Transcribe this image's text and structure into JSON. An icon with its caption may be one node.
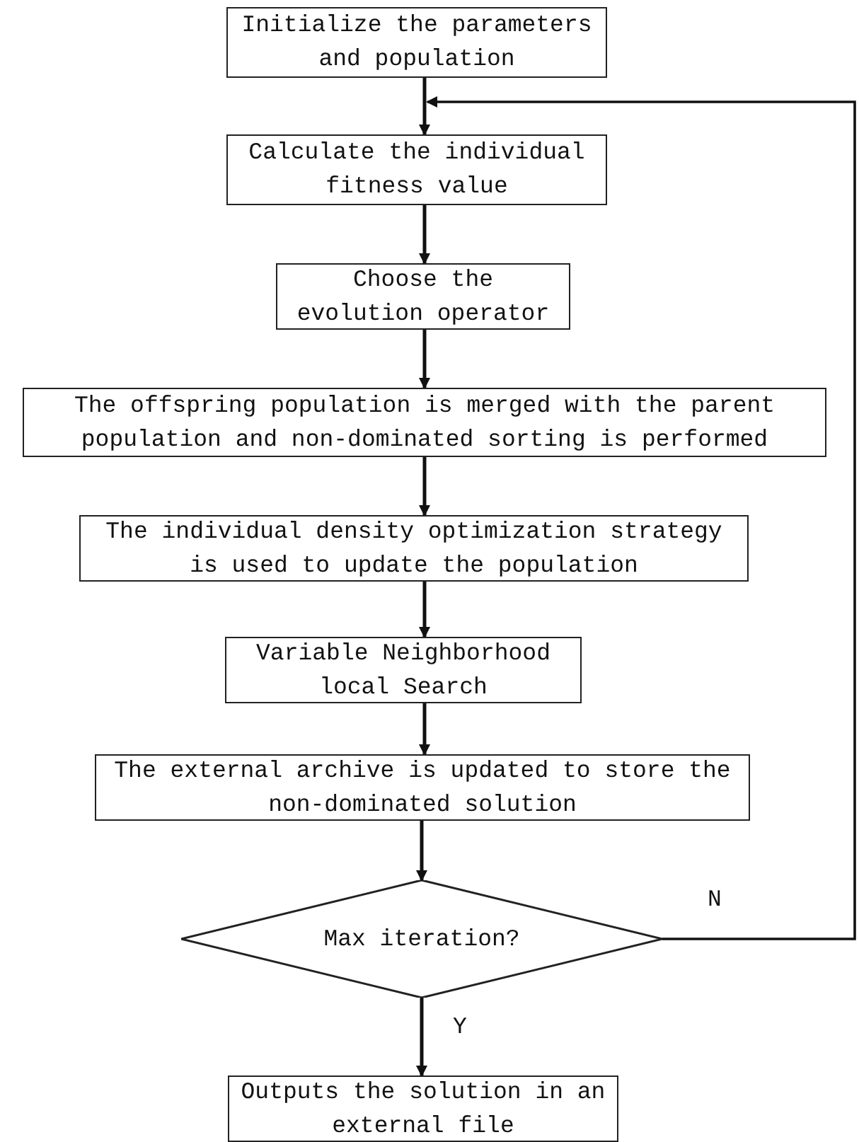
{
  "diagram": {
    "nodes": [
      {
        "text": [
          "Initialize the parameters and population"
        ]
      },
      {
        "text": [
          "Calculate the individual fitness value"
        ]
      },
      {
        "text": [
          "Choose the evolution operator"
        ]
      },
      {
        "text": [
          "The offspring population is merged with the parent population and non-dominated sorting is performed"
        ]
      },
      {
        "text": [
          "The individual density optimization strategy is used to update the population"
        ]
      },
      {
        "text": [
          "Variable Neighborhood local Search"
        ]
      },
      {
        "text": [
          "The external archive is updated to store the non-dominated solution"
        ]
      },
      {
        "text": [
          "Max iteration?"
        ]
      },
      {
        "text": [
          "Outputs the solution in an external file"
        ]
      }
    ],
    "edges": [
      {
        "from": 0,
        "to": 1,
        "arrow": "to"
      },
      {
        "from": 1,
        "to": 2,
        "arrow": "to"
      },
      {
        "from": 2,
        "to": 3,
        "arrow": "to"
      },
      {
        "from": 3,
        "to": 4,
        "arrow": "to"
      },
      {
        "from": 4,
        "to": 5,
        "arrow": "to"
      },
      {
        "from": 5,
        "to": 6,
        "arrow": "to"
      },
      {
        "from": 6,
        "to": 7,
        "arrow": "to"
      },
      {
        "from": 7,
        "to": 8,
        "arrow": "to",
        "label": "Y"
      },
      {
        "from": 7,
        "to": 1,
        "arrow": "to",
        "label": "N"
      }
    ]
  }
}
